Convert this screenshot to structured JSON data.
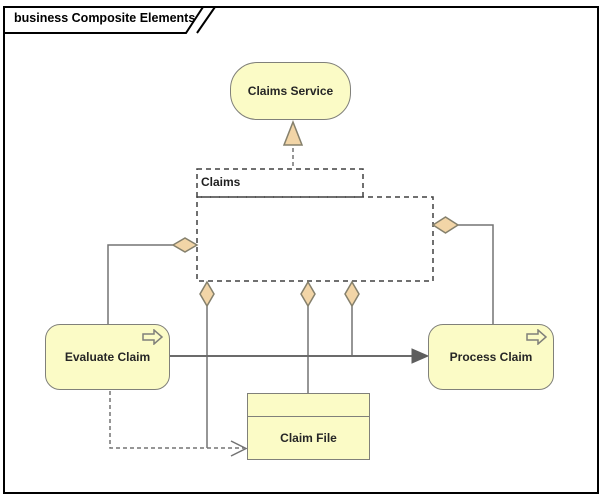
{
  "diagram": {
    "title": "business Composite Elements",
    "tool_style": "archimate-model-diagram"
  },
  "nodes": {
    "claims_service": {
      "label": "Claims Service"
    },
    "claims_group": {
      "label": "Claims"
    },
    "evaluate_claim": {
      "label": "Evaluate Claim"
    },
    "process_claim": {
      "label": "Process Claim"
    },
    "claim_file": {
      "label": "Claim File"
    }
  },
  "connectors": [
    {
      "name": "realization-claims-to-claims-service",
      "style": "dashed",
      "marker": "filled-triangle-up"
    },
    {
      "name": "aggregation-claims-to-evaluate-claim",
      "style": "solid",
      "marker": "diamond-left"
    },
    {
      "name": "aggregation-claims-to-process-claim",
      "style": "solid",
      "marker": "diamond-right"
    },
    {
      "name": "aggregation-claims-to-access-relation",
      "style": "solid",
      "marker": "diamond-bottom"
    },
    {
      "name": "aggregation-claims-to-claim-file",
      "style": "solid",
      "marker": "diamond-bottom"
    },
    {
      "name": "aggregation-claims-to-triggering-relation",
      "style": "solid",
      "marker": "diamond-bottom"
    },
    {
      "name": "triggering-evaluate-claim-to-process-claim",
      "style": "solid",
      "marker": "filled-arrow-right"
    },
    {
      "name": "access-evaluate-claim-to-claim-file",
      "style": "dashed",
      "marker": "open-arrow-right"
    }
  ],
  "colors": {
    "node_fill": "#FBFBC6",
    "node_border": "#80807A",
    "connector_gray": "#737373",
    "marker_fill": "#F2D5A7",
    "marker_border": "#85806C",
    "grouping_dash": "#404040",
    "frame_border": "#000000",
    "text": "#262626"
  }
}
